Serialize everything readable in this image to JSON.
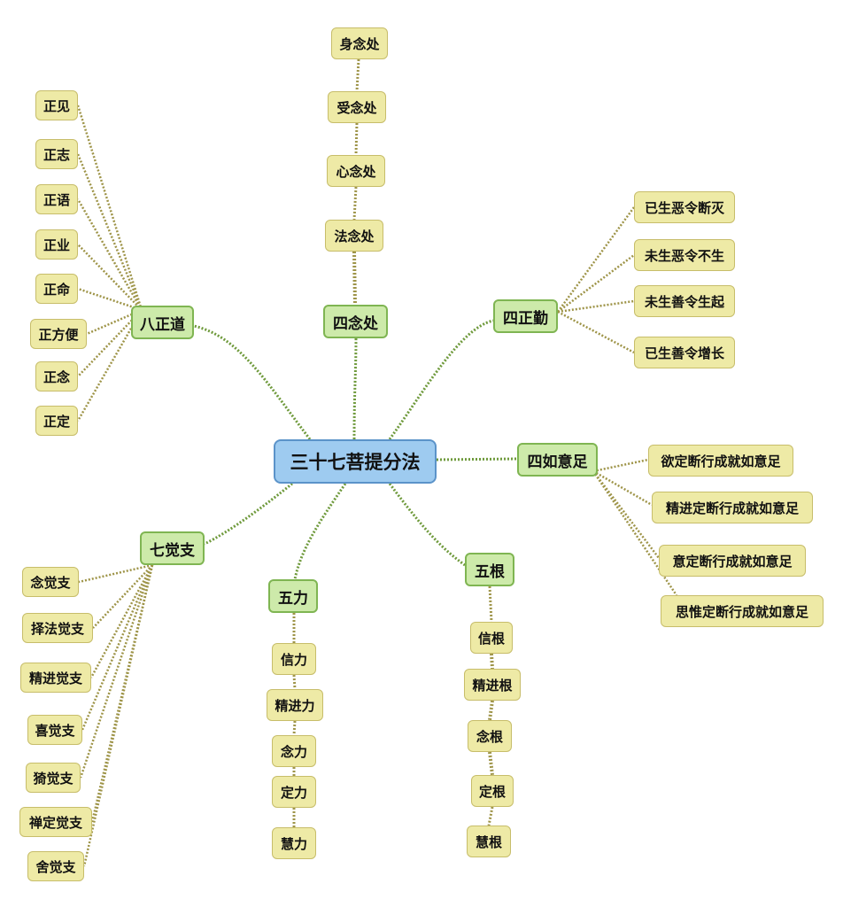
{
  "root": {
    "label": "三十七菩提分法"
  },
  "groups": {
    "sinianchu": {
      "label": "四念处",
      "items": [
        "身念处",
        "受念处",
        "心念处",
        "法念处"
      ]
    },
    "sizhengqin": {
      "label": "四正勤",
      "items": [
        "已生恶令断灭",
        "未生恶令不生",
        "未生善令生起",
        "已生善令增长"
      ]
    },
    "siruyizu": {
      "label": "四如意足",
      "items": [
        "欲定断行成就如意足",
        "精进定断行成就如意足",
        "意定断行成就如意足",
        "思惟定断行成就如意足"
      ]
    },
    "wugen": {
      "label": "五根",
      "items": [
        "信根",
        "精进根",
        "念根",
        "定根",
        "慧根"
      ]
    },
    "wuli": {
      "label": "五力",
      "items": [
        "信力",
        "精进力",
        "念力",
        "定力",
        "慧力"
      ]
    },
    "qijuezhi": {
      "label": "七觉支",
      "items": [
        "念觉支",
        "择法觉支",
        "精进觉支",
        "喜觉支",
        "猗觉支",
        "禅定觉支",
        "舍觉支"
      ]
    },
    "bazhengdao": {
      "label": "八正道",
      "items": [
        "正见",
        "正志",
        "正语",
        "正业",
        "正命",
        "正方便",
        "正念",
        "正定"
      ]
    }
  },
  "colors": {
    "root_fill": "#9ecbf0",
    "branch_fill": "#cdeaaa",
    "leaf_fill": "#eeeaa6",
    "branch_link": "#6f9a3c",
    "leaf_link": "#9e9448"
  }
}
